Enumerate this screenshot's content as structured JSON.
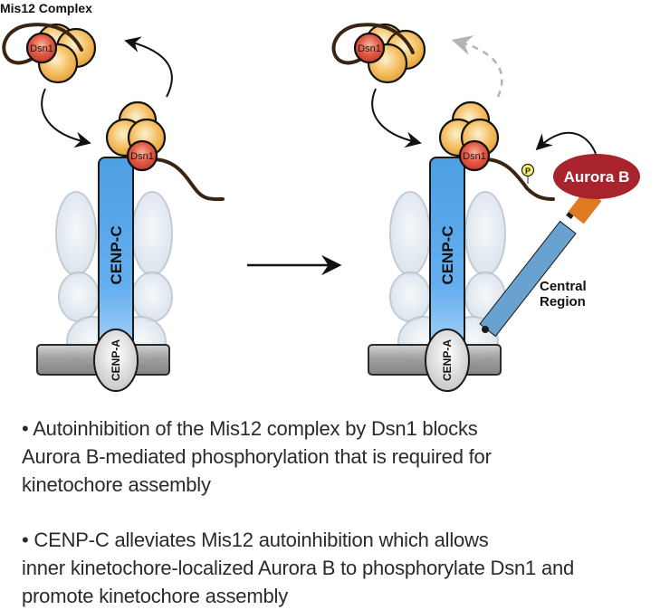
{
  "title": "Mis12 Complex",
  "labels": {
    "dsn1": "Dsn1",
    "cenp_c": "CENP-C",
    "cenp_a": "CENP-A",
    "aurora_b": "Aurora B",
    "phospho": "P",
    "central_region_line1": "Central",
    "central_region_line2": "Region"
  },
  "colors": {
    "mis12_subunit": "#f2b84b",
    "dsn1": "#d9443a",
    "cenp_c": "#4d9fe3",
    "aurora_b": "#a8232b",
    "linker_orange": "#e07a22",
    "central_region": "#6aa2cf",
    "nucleosome": "#dde6ef",
    "dna_bar": "#8c8c8c",
    "tail": "#3b2412",
    "phospho": "#f5ef6a",
    "dashed_arrow": "#b3b3b3"
  },
  "captions": [
    {
      "lines": [
        "• Autoinhibition of the Mis12 complex by Dsn1 blocks",
        "Aurora B-mediated phosphorylation that is required for",
        "kinetochore assembly"
      ]
    },
    {
      "lines": [
        "• CENP-C alleviates Mis12 autoinhibition which allows",
        "inner kinetochore-localized Aurora B to phosphorylate Dsn1 and",
        "promote kinetochore assembly"
      ]
    }
  ]
}
